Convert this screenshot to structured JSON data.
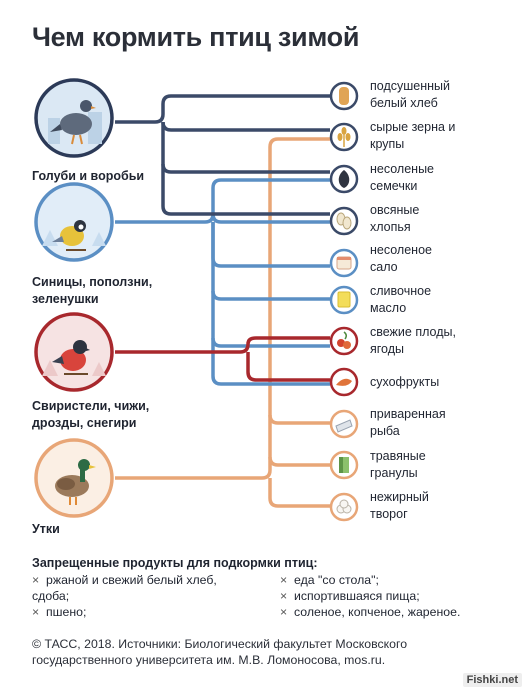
{
  "title": "Чем кормить птиц зимой",
  "colors": {
    "pigeons": "#3b4a68",
    "tits": "#5b8fc4",
    "bullfinch": "#a8282d",
    "ducks": "#e8a677"
  },
  "birds": [
    {
      "label": "Голуби и воробьи",
      "icon": "pigeon-icon"
    },
    {
      "label": "Синицы, поползни, зеленушки",
      "icon": "tit-icon"
    },
    {
      "label": "Свиристели, чижи, дрозды, снегири",
      "icon": "bullfinch-icon"
    },
    {
      "label": "Утки",
      "icon": "duck-icon"
    }
  ],
  "foods": [
    {
      "label": "подсушенный белый хлеб",
      "icon": "bread-icon"
    },
    {
      "label": "сырые зерна и крупы",
      "icon": "wheat-icon"
    },
    {
      "label": "несоленые семечки",
      "icon": "seed-icon"
    },
    {
      "label": "овсяные хлопья",
      "icon": "oat-flakes-icon"
    },
    {
      "label": "несоленое сало",
      "icon": "lard-icon"
    },
    {
      "label": "сливочное масло",
      "icon": "butter-icon"
    },
    {
      "label": "свежие плоды, ягоды",
      "icon": "berries-icon"
    },
    {
      "label": "сухофрукты",
      "icon": "dried-fruit-icon"
    },
    {
      "label": "приваренная рыба",
      "icon": "fish-icon"
    },
    {
      "label": "травяные гранулы",
      "icon": "grass-pellets-icon"
    },
    {
      "label": "нежирный творог",
      "icon": "cottage-cheese-icon"
    }
  ],
  "forbidden": {
    "title": "Запрещенные продукты для подкормки птиц:",
    "items": [
      "ржаной и свежий белый хлеб, сдоба;",
      "пшено;",
      "еда \"со стола\";",
      "испортившаяся пища;",
      "соленое, копченое, жареное."
    ]
  },
  "footer": "© ТАСС, 2018. Источники: Биологический факультет Московского государственного университета им. М.В. Ломоносова, mos.ru.",
  "watermark": "Fishki.net"
}
